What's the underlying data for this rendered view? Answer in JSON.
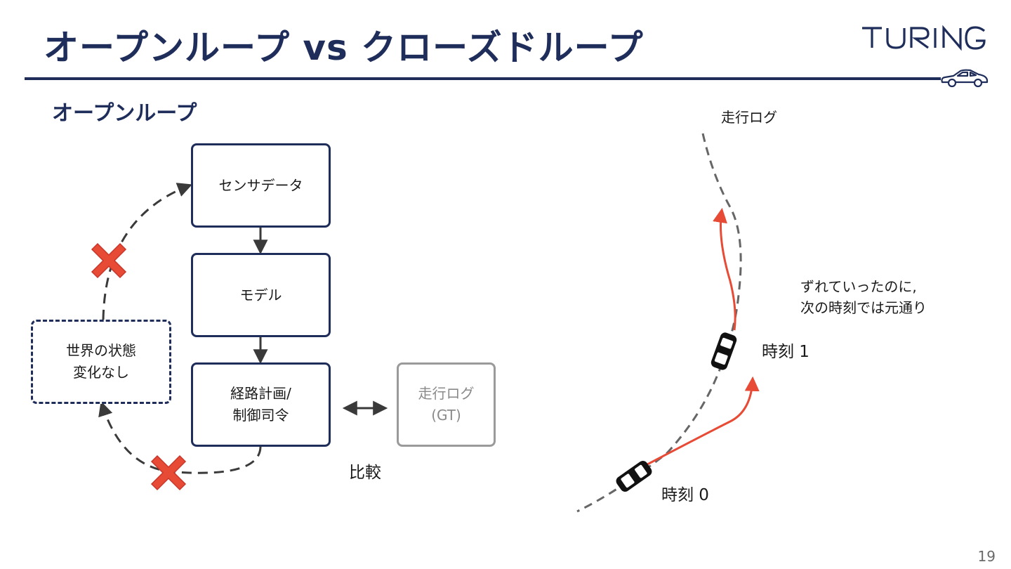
{
  "slide": {
    "title": "オープンループ vs クローズドループ",
    "logo_text": "TURING",
    "subtitle": "オープンループ",
    "page_number": "19"
  },
  "flow": {
    "sensor": "センサデータ",
    "model": "モデル",
    "planning": "経路計画/\n制御司令",
    "world": "世界の状態\n変化なし",
    "log_gt": "走行ログ\n(GT)",
    "compare": "比較"
  },
  "trajectory": {
    "log_label": "走行ログ",
    "note": "ずれていったのに,\n次の時刻では元通り",
    "time1": "時刻 1",
    "time0": "時刻 0"
  },
  "colors": {
    "navy": "#1e2d5a",
    "red": "#e84b35",
    "gray": "#9a9a9a"
  },
  "icons": [
    "cross-icon",
    "car-icon",
    "double-arrow-icon"
  ]
}
